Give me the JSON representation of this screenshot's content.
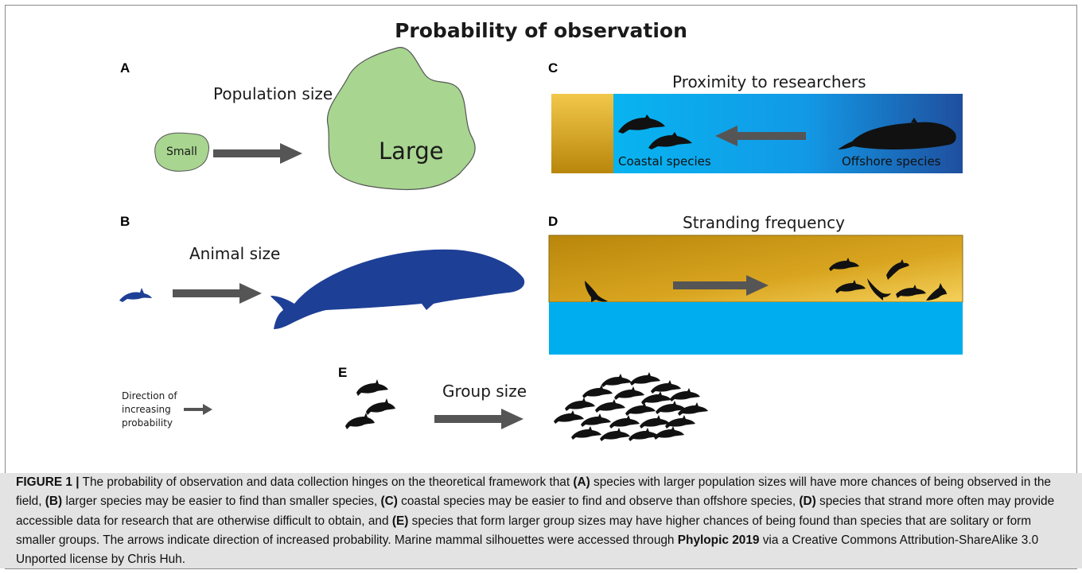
{
  "figure": {
    "title": "Probability of observation",
    "panels": {
      "A": {
        "letter": "A",
        "label": "Population size",
        "small_label": "Small",
        "large_label": "Large"
      },
      "B": {
        "letter": "B",
        "label": "Animal size"
      },
      "C": {
        "letter": "C",
        "label": "Proximity to researchers",
        "coastal_label": "Coastal species",
        "offshore_label": "Offshore species"
      },
      "D": {
        "letter": "D",
        "label": "Stranding frequency"
      },
      "E": {
        "letter": "E",
        "label": "Group size"
      }
    },
    "legend": {
      "line1": "Direction of",
      "line2": "increasing",
      "line3": "probability"
    }
  },
  "caption": {
    "fig_label": "FIGURE 1 |",
    "t1": " The probability of observation and data collection hinges on the theoretical framework that ",
    "A": "(A)",
    "t2": " species with larger population sizes will have more chances of being observed in the field, ",
    "B": "(B)",
    "t3": " larger species may be easier to find than smaller species, ",
    "C": "(C)",
    "t4": " coastal species may be easier to find and observe than offshore species, ",
    "D": "(D)",
    "t5": " species that strand more often may provide accessible data for research that are otherwise difficult to obtain, and ",
    "E": "(E)",
    "t6": " species that form larger group sizes may have higher chances of being found than species that are solitary or form smaller groups. The arrows indicate direction of increased probability. Marine mammal silhouettes were accessed through ",
    "source": "Phylopic 2019",
    "t7": " via a Creative Commons Attribution-ShareAlike 3.0 Unported license by Chris Huh."
  },
  "colors": {
    "arrow": "#555555",
    "land_green": "#a8d590",
    "whale_blue": "#1e3f96",
    "sea_blue": "#00aeef",
    "sand_gold": "#c8940e",
    "silhouette": "#111111"
  }
}
